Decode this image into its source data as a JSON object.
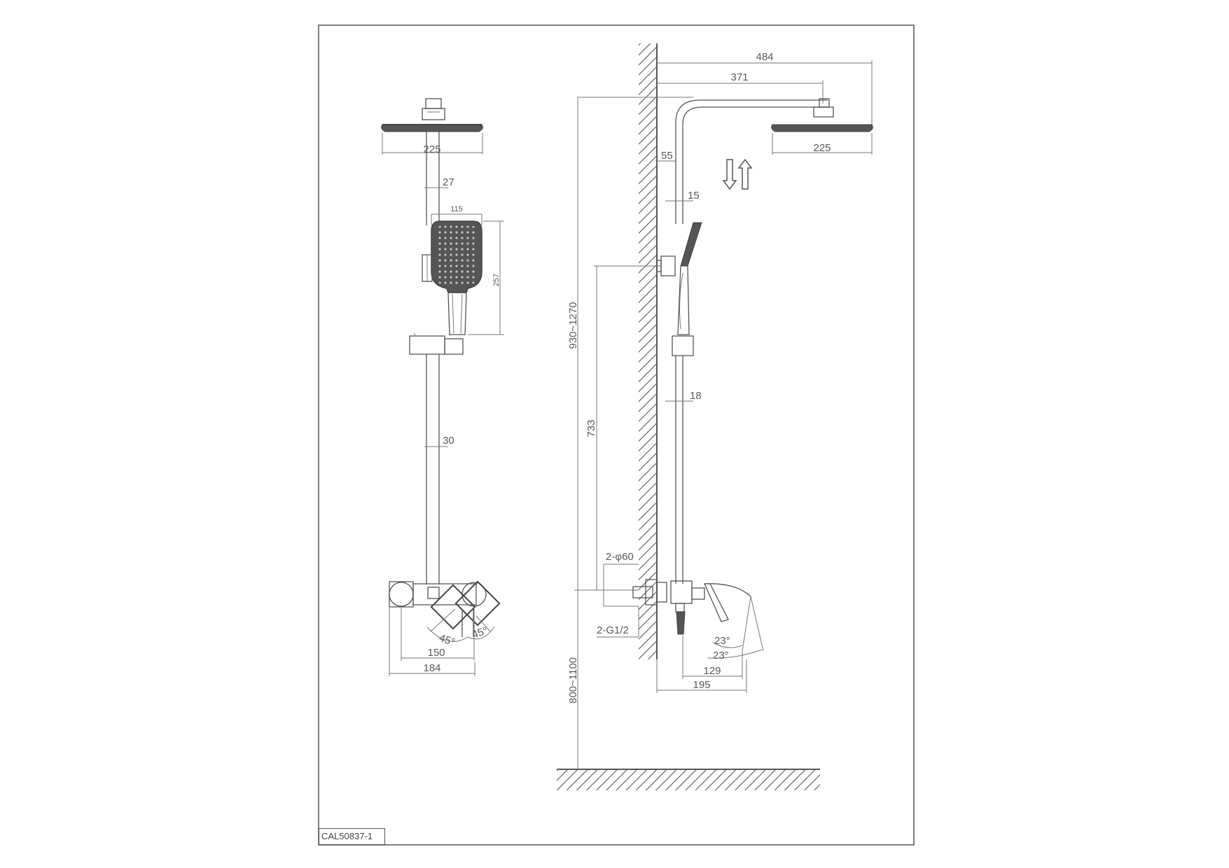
{
  "drawing": {
    "model_code": "CAL50837-1",
    "front_view": {
      "head_width": "225",
      "bar_offset": "27",
      "handshower_width": "115",
      "handshower_length": "257",
      "bar_diameter": "30",
      "handle_angle_left": "45°",
      "handle_angle_right": "45°",
      "body_width_inner": "150",
      "body_width_outer": "184"
    },
    "side_view": {
      "arm_total": "484",
      "arm_reach": "371",
      "head_width": "225",
      "wall_offset": "55",
      "pipe_dia_upper": "15",
      "pipe_dia_lower": "18",
      "height_adjust": "930~1270",
      "inlet_to_holder": "733",
      "escutcheon": "2-φ60",
      "connection": "2-G1/2",
      "lever_angle_a": "23°",
      "lever_angle_b": "23°",
      "spout_reach": "129",
      "body_depth": "195",
      "install_height": "800~1100"
    }
  }
}
